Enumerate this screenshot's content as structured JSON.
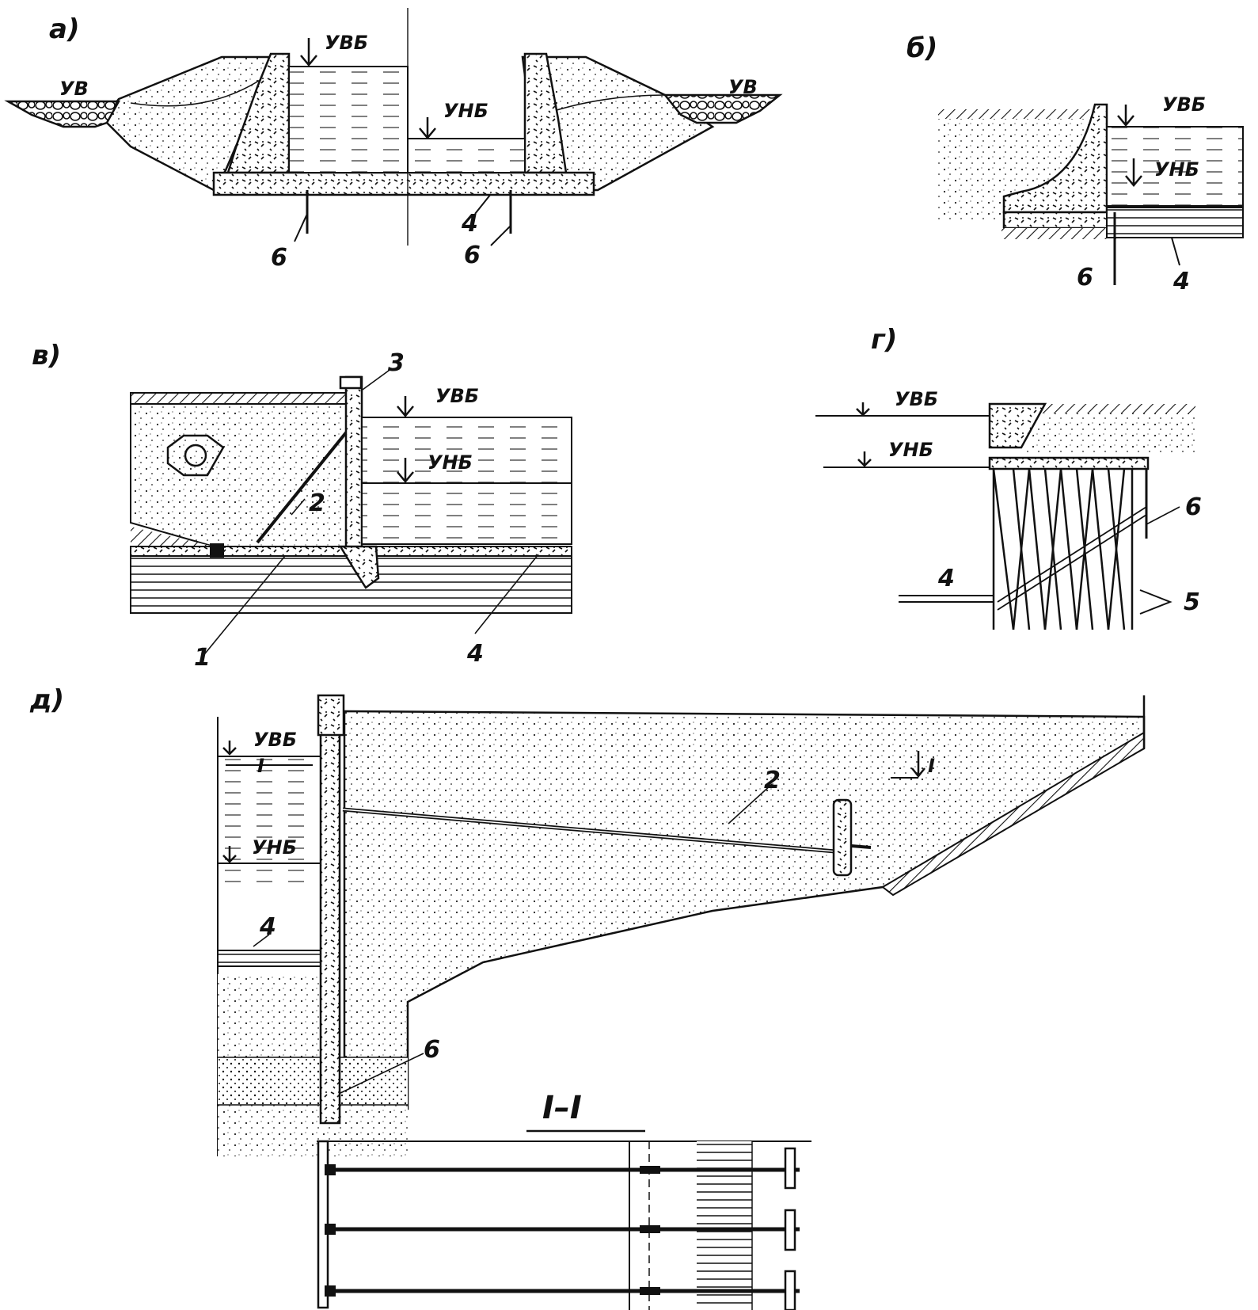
{
  "panels": {
    "a": {
      "letter": "а)",
      "levels": {
        "uv_left": "УВ",
        "uv_right": "УВ",
        "uvb": "УВБ",
        "unb": "УНБ"
      },
      "markers": {
        "m4": "4",
        "m6_left": "6",
        "m6_right": "6"
      }
    },
    "b": {
      "letter": "б)",
      "levels": {
        "uvb": "УВБ",
        "unb": "УНБ"
      },
      "markers": {
        "m6": "6",
        "m4": "4"
      }
    },
    "v": {
      "letter": "в)",
      "levels": {
        "uvb": "УВБ",
        "unb": "УНБ"
      },
      "markers": {
        "m1": "1",
        "m2": "2",
        "m3": "3",
        "m4": "4"
      }
    },
    "g": {
      "letter": "г)",
      "levels": {
        "uvb": "УВБ",
        "unb": "УНБ"
      },
      "markers": {
        "m4": "4",
        "m5": "5",
        "m6": "6"
      }
    },
    "d": {
      "letter": "д)",
      "levels": {
        "uvb": "УВБ",
        "unb": "УНБ"
      },
      "markers": {
        "m2": "2",
        "m4": "4",
        "m6": "6",
        "cut_left": "I",
        "cut_right": "I"
      },
      "section_title": "I–I"
    }
  }
}
